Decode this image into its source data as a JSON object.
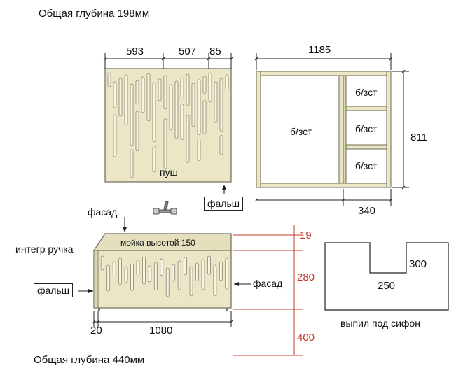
{
  "top_title": "Общая глубина 198мм",
  "bottom_title": "Общая глубина 440мм",
  "upper_facade": {
    "dim_1": "593",
    "dim_2": "507",
    "dim_3": "85",
    "label_push": "пуш",
    "label_false": "фальш"
  },
  "cabinet": {
    "width": "1185",
    "height": "811",
    "shelf_depth": "340",
    "main_section": "б/зст",
    "shelf_1": "б/зст",
    "shelf_2": "б/зст",
    "shelf_3": "б/зст"
  },
  "lower_unit": {
    "facade_top": "фасад",
    "integ_handle": "интегр ручка",
    "sink": "мойка высотой 150",
    "false_panel": "фальш",
    "facade_right": "фасад",
    "dim_left": "20",
    "dim_width": "1080"
  },
  "heights": {
    "h1": "19",
    "h2": "280",
    "h3": "400"
  },
  "cutout": {
    "dim_300": "300",
    "dim_250": "250",
    "caption": "выпил под сифон"
  },
  "colors": {
    "panel_fill": "#eae6c6",
    "panel_stroke": "#6d6a55",
    "slot_fill": "#f7f5e2",
    "red": "#c0392b"
  }
}
